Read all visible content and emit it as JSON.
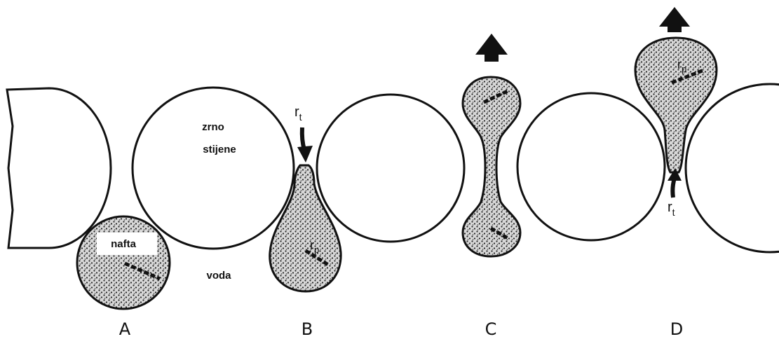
{
  "labels": {
    "grain": [
      "zrno",
      "stijene"
    ],
    "oil": "nafta",
    "water": "voda",
    "throat_radius": "r",
    "throat_radius_sub": "t",
    "pore_radius": "r",
    "pore_radius_sub": "p"
  },
  "panels": [
    "A",
    "B",
    "C",
    "D"
  ],
  "colors": {
    "outline": "#111111",
    "oil_fill": "#d8d8d8",
    "stipple": "#222222",
    "background": "#ffffff"
  },
  "icons": [
    "up-arrow-icon"
  ]
}
